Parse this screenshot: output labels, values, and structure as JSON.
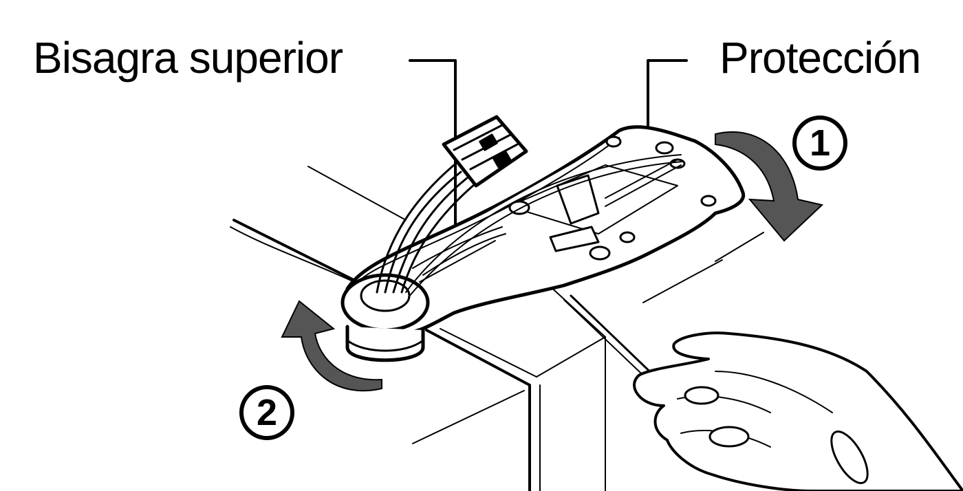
{
  "labels": {
    "hinge": "Bisagra superior",
    "cover": "Protección"
  },
  "steps": {
    "first": "1",
    "second": "2"
  },
  "colors": {
    "line": "#000000",
    "arrow": "#555555",
    "background": "#ffffff"
  },
  "icons": [
    "rotate-clockwise-arrow-icon",
    "rotate-counterclockwise-arrow-icon",
    "hand-with-screwdriver-icon",
    "wire-connector-icon"
  ]
}
